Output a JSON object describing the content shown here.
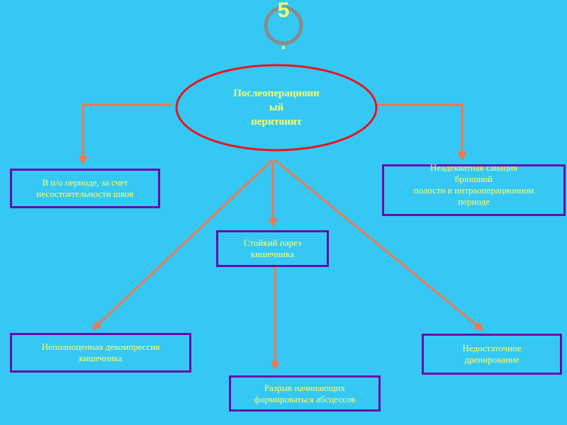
{
  "slide_number": "5",
  "slide_number_dot": ".",
  "colors": {
    "background": "#35c8f5",
    "text": "#ffff66",
    "ellipse_border": "#e8141e",
    "box_border": "#6a0aa8",
    "connector": "#f07850",
    "number_ring": "#8a8a8a"
  },
  "center_node": {
    "label": "Послеоперационн\nый\nперитонит"
  },
  "boxes": {
    "sutures": "В п/о периоде, за счет\nнесостоятельности швов",
    "sanation": "Неадекватная санация\nбрюшной\nполости в интраоперационном\nпериоде",
    "paresis": "Стойкий парез\nкишечника",
    "decompression": "Неполноценная декомпрессия\nкишечника",
    "drainage": "Недостаточное\nдренирование",
    "abscess": "Разрыв начинающих\nформироваться абсцессов"
  }
}
